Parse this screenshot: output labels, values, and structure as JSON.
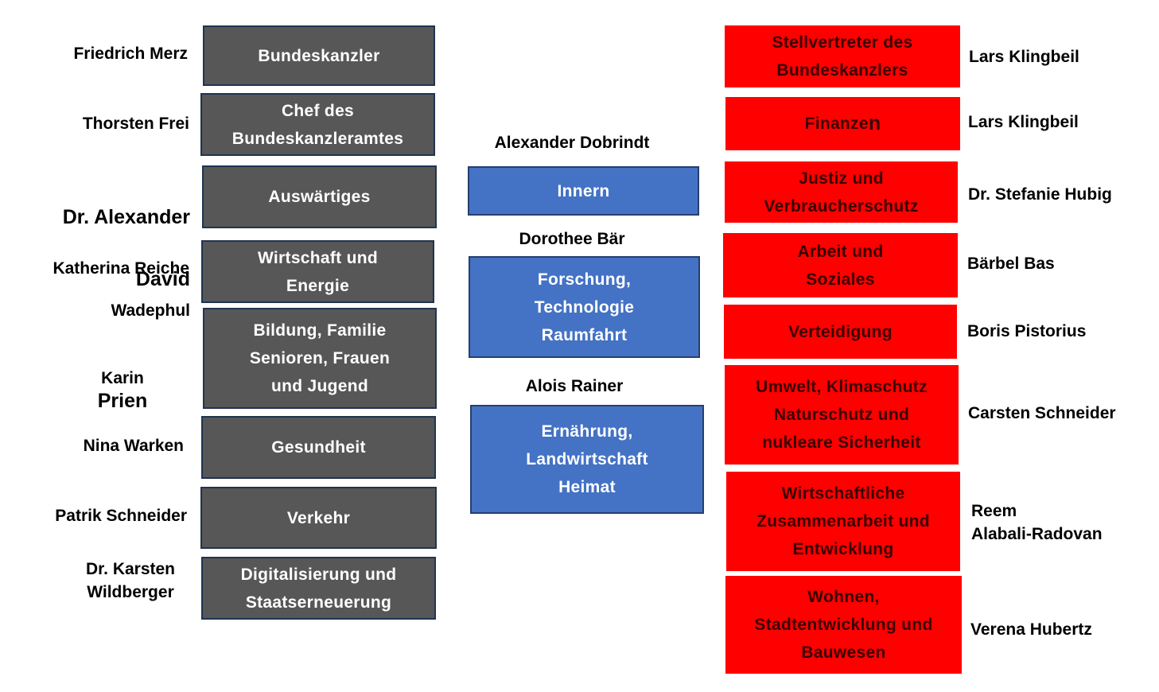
{
  "left": [
    {
      "name": "Friedrich Merz",
      "ministry": "Bundeskanzler"
    },
    {
      "name": "Thorsten Frei",
      "ministry": "Chef des\nBundeskanzleramtes"
    },
    {
      "name_part1": "Dr. Alexander",
      "name_part2": "David",
      "name_part3": "Wadephul",
      "ministry": "Auswärtiges"
    },
    {
      "name": "Katherina Reiche",
      "ministry": "Wirtschaft und\nEnergie"
    },
    {
      "name_part1": "Karin",
      "name_part2": "Prien",
      "ministry": "Bildung, Familie\nSenioren, Frauen\nund Jugend"
    },
    {
      "name": "Nina Warken",
      "ministry": "Gesundheit"
    },
    {
      "name": "Patrik Schneider",
      "ministry": "Verkehr"
    },
    {
      "name": "Dr. Karsten\nWildberger",
      "ministry": "Digitalisierung und\nStaatserneuerung"
    }
  ],
  "center": [
    {
      "name": "Alexander Dobrindt",
      "ministry": "Innern"
    },
    {
      "name": "Dorothee Bär",
      "ministry": "Forschung,\nTechnologie\nRaumfahrt"
    },
    {
      "name": "Alois Rainer",
      "ministry": "Ernährung,\nLandwirtschaft\nHeimat"
    }
  ],
  "right": [
    {
      "ministry": "Stellvertreter des\nBundeskanzlers",
      "name": "Lars Klingbeil"
    },
    {
      "ministry_part1": "Finanze",
      "ministry_part2": "n",
      "name": "Lars Klingbeil"
    },
    {
      "ministry": "Justiz und\nVerbraucherschutz",
      "name": "Dr. Stefanie Hubig"
    },
    {
      "ministry": "Arbeit und\nSoziales",
      "name": "Bärbel Bas"
    },
    {
      "ministry": "Verteidigung",
      "name": "Boris Pistorius"
    },
    {
      "ministry": "Umwelt, Klimaschutz\nNaturschutz und\nnukleare Sicherheit",
      "name": "Carsten Schneider"
    },
    {
      "ministry": "Wirtschaftliche\nZusammenarbeit und\nEntwicklung",
      "name": "Reem\nAlabali-Radovan"
    },
    {
      "ministry": "Wohnen,\nStadtentwicklung  und\nBauwesen",
      "name": "Verena Hubertz"
    }
  ],
  "colors": {
    "left_box": "#575757",
    "center_box": "#4472c4",
    "right_box": "#ff0000"
  }
}
